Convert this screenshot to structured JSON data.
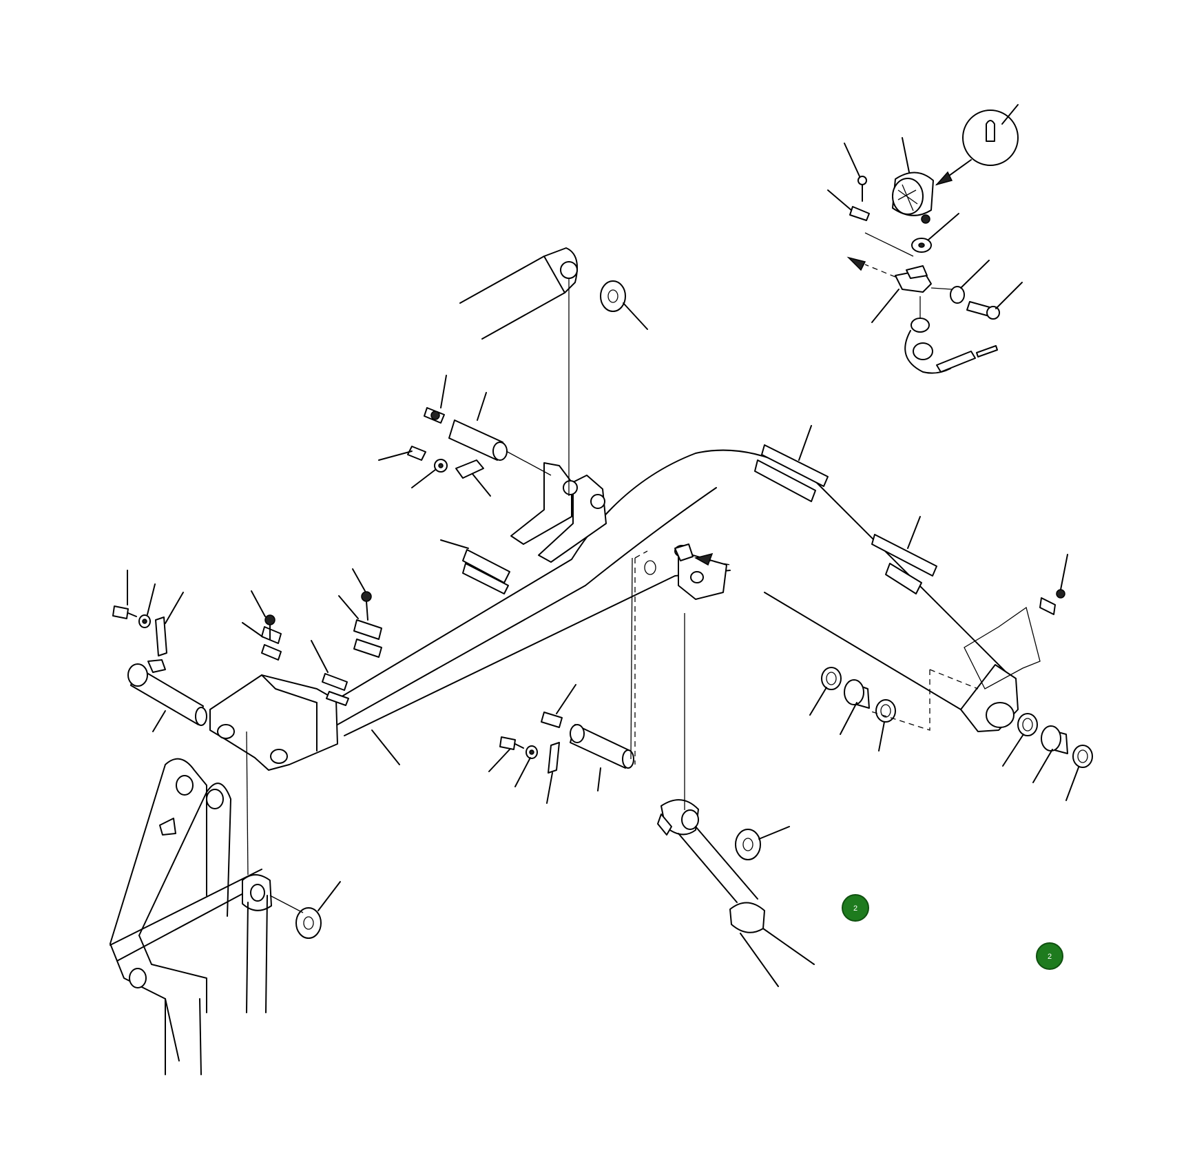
{
  "diagram": {
    "kind": "exploded-parts-diagram",
    "subject": "excavator-boom-assembly",
    "marker_color": "#1e7b1e",
    "markers": [
      {
        "id": "marker-1",
        "label": "2"
      },
      {
        "id": "marker-2",
        "label": "2"
      }
    ]
  }
}
